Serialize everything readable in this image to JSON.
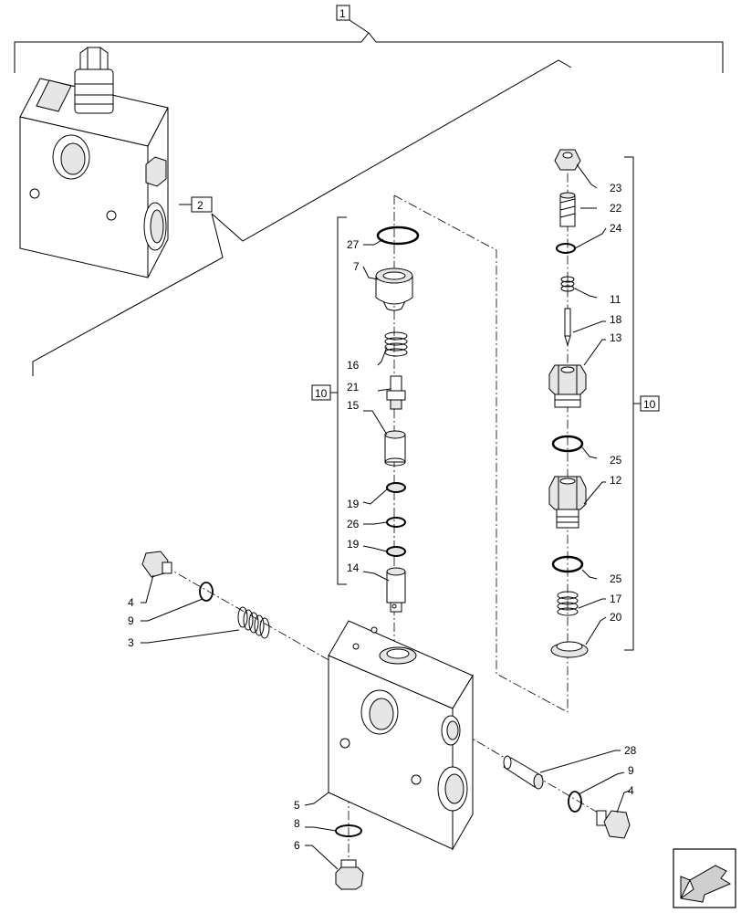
{
  "callouts": {
    "c1": "1",
    "c2": "2",
    "c3": "3",
    "c4a": "4",
    "c4b": "4",
    "c5": "5",
    "c6": "6",
    "c7": "7",
    "c8": "8",
    "c9a": "9",
    "c9b": "9",
    "c10a": "10",
    "c10b": "10",
    "c11": "11",
    "c12": "12",
    "c13": "13",
    "c14": "14",
    "c15": "15",
    "c16": "16",
    "c17": "17",
    "c18": "18",
    "c19a": "19",
    "c19b": "19",
    "c20": "20",
    "c21": "21",
    "c22": "22",
    "c23": "23",
    "c24": "24",
    "c25a": "25",
    "c25b": "25",
    "c26": "26",
    "c27": "27",
    "c28": "28"
  },
  "nav": {
    "icon": "arrow-icon"
  }
}
